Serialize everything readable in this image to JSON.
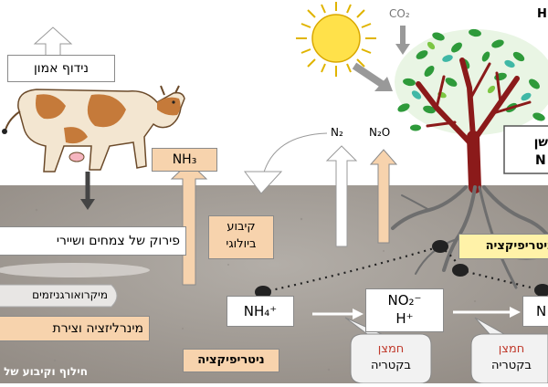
{
  "labels": {
    "co2": "CO₂",
    "h_top": "H",
    "ammonia_volatilization": "נידוף אמון",
    "nh3": "NH₃",
    "n2": "N₂",
    "n2o": "N₂O",
    "biological_fixation_line1": "קיבוע",
    "biological_fixation_line2": "ביולוגי",
    "decomposition": "פירוק של צמחים ושיירי",
    "microorganisms": "מיקרואורגניזמים",
    "mineralization": "מינרליזציה וצירת",
    "leaching": "חילוף וקיבוע של",
    "nitrification_right": "ניטריפיקציה",
    "nitrification_bottom": "ניטריפיקציה",
    "nh4": "NH₄⁺",
    "no2_line1": "NO₂⁻",
    "no2_line2": "H⁺",
    "no3_partial": "N",
    "tree_box_line1": "שן",
    "tree_box_line2": "N",
    "acid_bacteria_1_line1": "חמצן",
    "acid_bacteria_1_line2": "בקטריה",
    "acid_bacteria_2_line1": "חמצן",
    "acid_bacteria_2_line2": "בקטריה"
  },
  "colors": {
    "soil": "#a39d97",
    "peach": "#f7d3ad",
    "sun": "#ffe14a",
    "tree_trunk": "#8b1a1a",
    "leaf_green": "#2e9a3a",
    "cow_brown": "#c57a3a",
    "acid_text": "#c0392b"
  }
}
